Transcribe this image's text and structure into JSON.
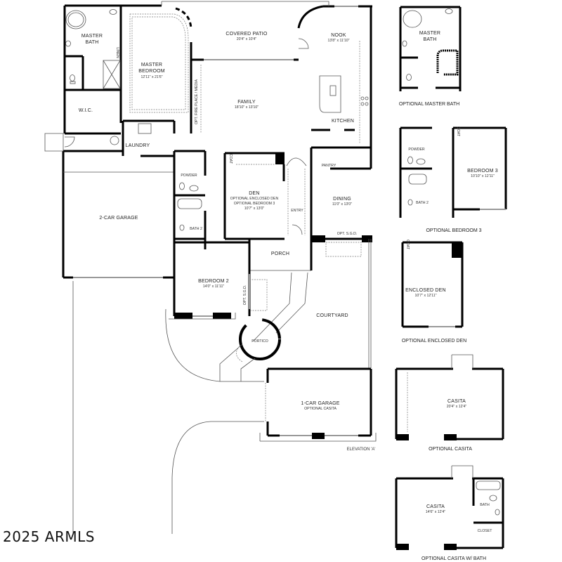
{
  "main_plan": {
    "rooms": [
      {
        "name": "MASTER BATH",
        "line1": "MASTER",
        "line2": "BATH"
      },
      {
        "name": "MASTER BEDROOM",
        "line1": "MASTER",
        "line2": "BEDROOM",
        "dims": "12'11\" x 21'6\""
      },
      {
        "name": "COVERED PATIO",
        "dims": "20'4\" x 10'4\""
      },
      {
        "name": "NOOK",
        "dims": "13'8\" x 11'10\""
      },
      {
        "name": "FAMILY",
        "dims": "18'10\" x 13'10\""
      },
      {
        "name": "KITCHEN"
      },
      {
        "name": "W.I.C."
      },
      {
        "name": "LAUNDRY"
      },
      {
        "name": "LINEN"
      },
      {
        "name": "OPT. FIRE PLACE / MEDIA"
      },
      {
        "name": "PANTRY"
      },
      {
        "name": "POWDER"
      },
      {
        "name": "BATH 2"
      },
      {
        "name": "COAT"
      },
      {
        "name": "DEN",
        "line1": "OPTIONAL ENCLOSED DEN",
        "line2": "OPTIONAL BEDROOM 3",
        "dims": "10'7\" x 13'0\""
      },
      {
        "name": "ENTRY"
      },
      {
        "name": "DINING",
        "dims": "11'0\" x 13'0\""
      },
      {
        "name": "OPT. S.G.D."
      },
      {
        "name": "2-CAR GARAGE"
      },
      {
        "name": "PORCH"
      },
      {
        "name": "BEDROOM 2",
        "dims": "14'0\" x 11'11\""
      },
      {
        "name": "OPT. S.G.D. (BEDROOM 2)",
        "label": "OPT. S.G.D."
      },
      {
        "name": "COURTYARD"
      },
      {
        "name": "PORTICO"
      },
      {
        "name": "1-CAR GARAGE",
        "sub": "OPTIONAL CASITA"
      }
    ],
    "elevation_label": "ELEVATION 'A'"
  },
  "options": [
    {
      "caption": "OPTIONAL MASTER BATH",
      "rooms": [
        {
          "line1": "MASTER",
          "line2": "BATH"
        }
      ]
    },
    {
      "caption": "OPTIONAL BEDROOM 3",
      "rooms": [
        {
          "name": "POWDER"
        },
        {
          "name": "BATH 2"
        },
        {
          "name": "COAT"
        },
        {
          "name": "BEDROOM 3",
          "dims": "10'10\" x 12'11\""
        }
      ]
    },
    {
      "caption": "OPTIONAL ENCLOSED DEN",
      "rooms": [
        {
          "name": "COAT"
        },
        {
          "name": "ENCLOSED DEN",
          "dims": "10'7\" x 12'11\""
        }
      ]
    },
    {
      "caption": "OPTIONAL CASITA",
      "rooms": [
        {
          "name": "CASITA",
          "dims": "20'4\" x 12'4\""
        }
      ]
    },
    {
      "caption": "OPTIONAL CASITA W/ BATH",
      "rooms": [
        {
          "name": "CASITA",
          "dims": "14'6\" x 12'4\""
        },
        {
          "name": "BATH"
        },
        {
          "name": "CLOSET"
        }
      ]
    }
  ],
  "watermark": "2025 ARMLS",
  "colors": {
    "wall": "#000000",
    "window": "#999999",
    "background": "#ffffff"
  }
}
